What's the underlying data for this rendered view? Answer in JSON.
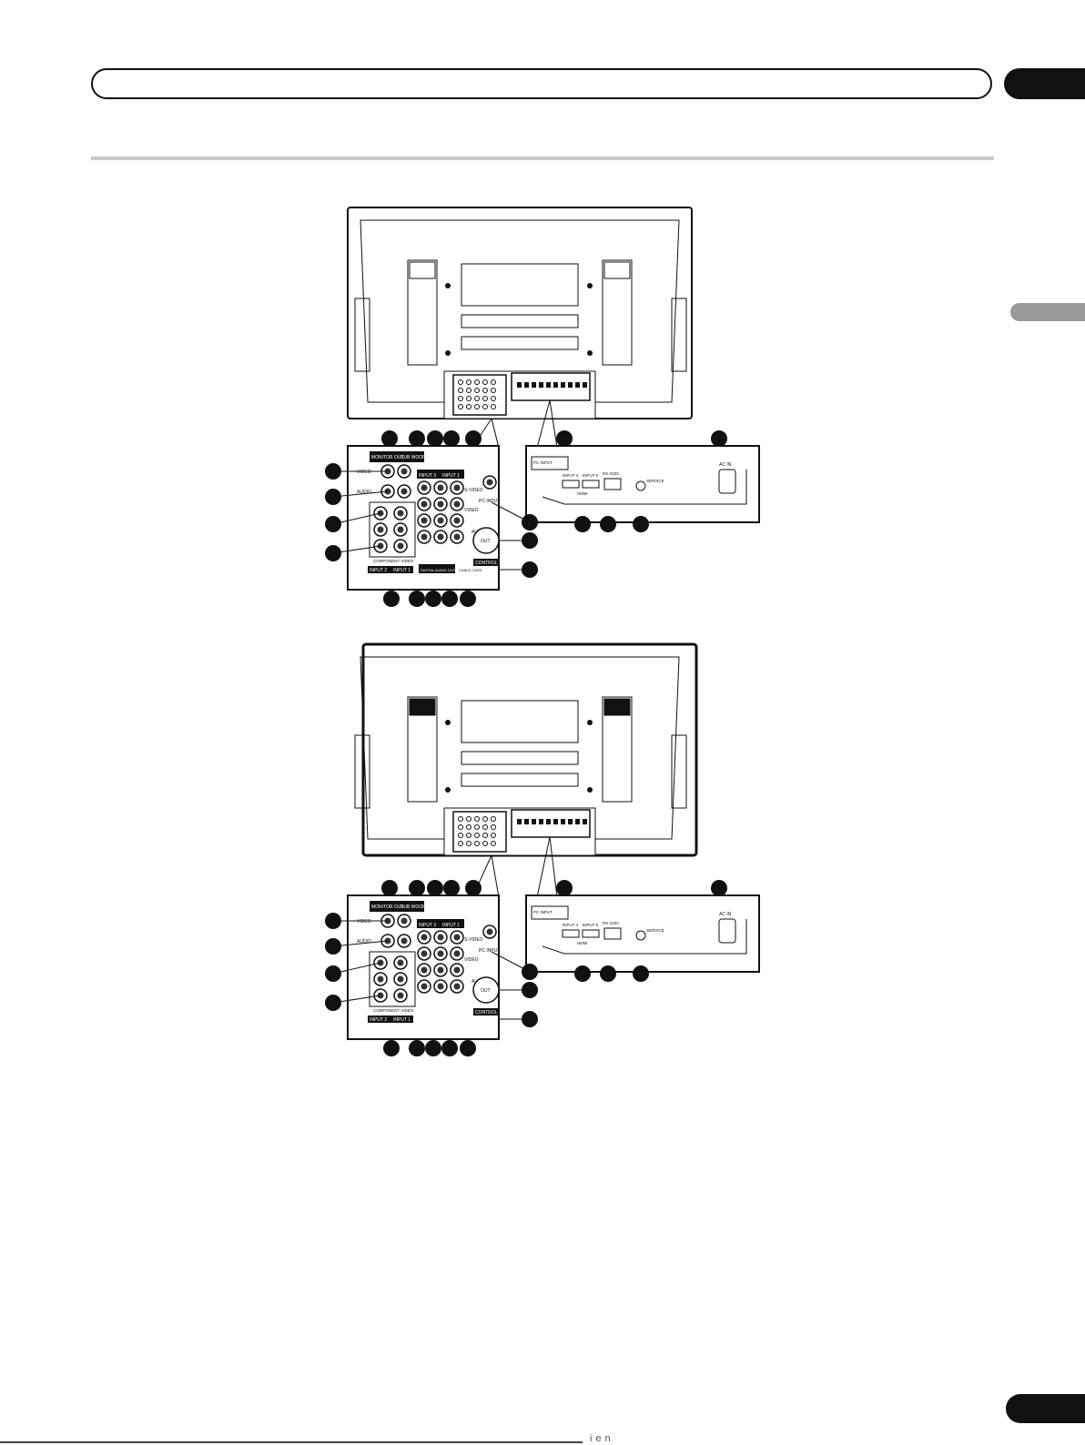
{
  "page": {
    "header_text": "",
    "page_number": "",
    "footer_text": "ien"
  },
  "figures": [
    {
      "name": "rear-view-model-1",
      "terminal_labels": {
        "monitor_out": "MONITOR OUT",
        "sub_woofer": "SUB WOOFER",
        "video": "VIDEO",
        "audio": "AUDIO",
        "component_video": "COMPONENT VIDEO",
        "input2": "INPUT 2",
        "input1": "INPUT 1",
        "input3": "INPUT 3",
        "s_video": "S-VIDEO",
        "pc_input": "PC INPUT",
        "control": "CONTROL",
        "out": "OUT",
        "digital_audio_out": "DIGITAL AUDIO OUT",
        "cable_card": "CABLE CARD",
        "ac_in": "AC IN",
        "hdmi": "HDMI",
        "input4": "INPUT 4",
        "input5": "INPUT 5",
        "rs232c": "RS-232C",
        "service": "SERVICE"
      }
    },
    {
      "name": "rear-view-model-2",
      "terminal_labels": {
        "monitor_out": "MONITOR OUT",
        "sub_woofer": "SUB WOOFER",
        "video": "VIDEO",
        "audio": "AUDIO",
        "component_video": "COMPONENT VIDEO",
        "input2": "INPUT 2",
        "input1": "INPUT 1",
        "input3": "INPUT 3",
        "s_video": "S-VIDEO",
        "pc_input": "PC INPUT",
        "control": "CONTROL",
        "out": "OUT",
        "ac_in": "AC IN",
        "hdmi": "HDMI",
        "input4": "INPUT 4",
        "input5": "INPUT 5",
        "rs232c": "RS-232C",
        "service": "SERVICE"
      }
    }
  ]
}
